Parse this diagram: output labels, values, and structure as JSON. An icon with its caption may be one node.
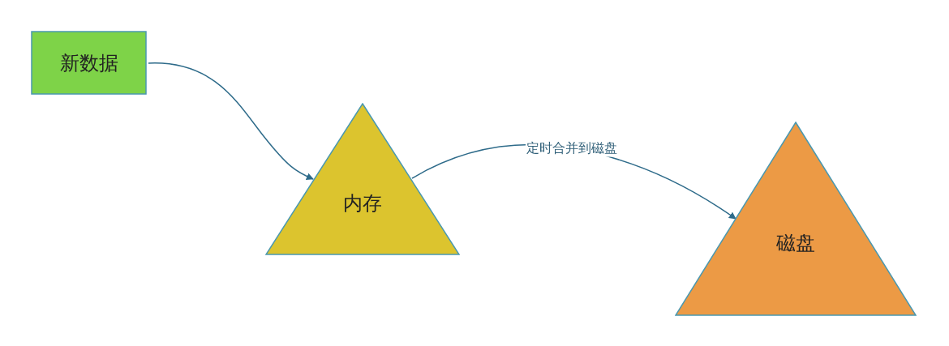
{
  "diagram": {
    "nodes": [
      {
        "text": [
          "新数据"
        ]
      },
      {
        "text": [
          "内存"
        ]
      },
      {
        "text": [
          "磁盘"
        ]
      }
    ],
    "edges": [
      {
        "from": 0,
        "to": 1,
        "arrow": "to"
      },
      {
        "from": 1,
        "to": 2,
        "arrow": "to",
        "label": "定时合并到磁盘"
      }
    ]
  }
}
